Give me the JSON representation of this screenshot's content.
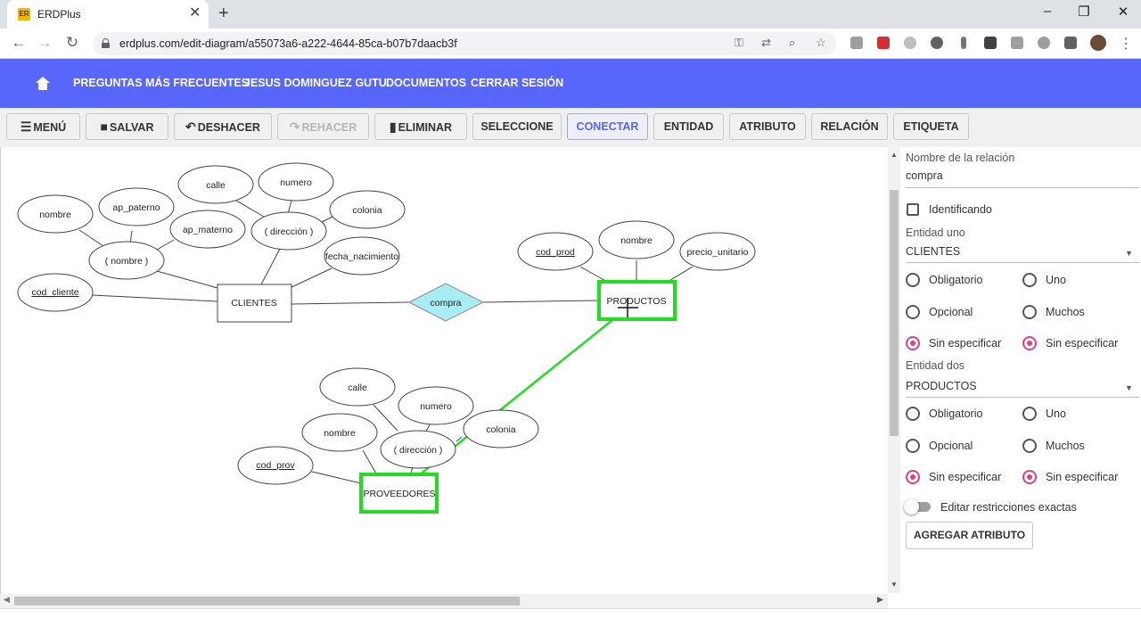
{
  "browser": {
    "tab_title": "ERDPlus",
    "favicon_text": "ER",
    "url": "erdplus.com/edit-diagram/a55073a6-a222-4644-85ca-b07b7daacb3f"
  },
  "header": {
    "links": [
      "PREGUNTAS MÁS FRECUENTES",
      "JESUS DOMINGUEZ GUTU",
      "DOCUMENTOS",
      "CERRAR SESIÓN"
    ]
  },
  "toolbar": {
    "menu": "MENÚ",
    "save": "SALVAR",
    "undo": "DESHACER",
    "redo": "REHACER",
    "delete": "ELIMINAR",
    "select": "SELECCIONE",
    "connect": "CONECTAR",
    "entity": "ENTIDAD",
    "attribute": "ATRIBUTO",
    "relation": "RELACIÓN",
    "label": "ETIQUETA"
  },
  "diagram": {
    "entities": [
      "CLIENTES",
      "PRODUCTOS",
      "PROVEEDORES"
    ],
    "relationship": "compra",
    "attributes": [
      "nombre",
      "ap_paterno",
      "calle",
      "numero",
      "ap_materno",
      "( dirección )",
      "colonia",
      "( nombre )",
      "fecha_nacimiento",
      "cod_cliente",
      "cod_prod",
      "nombre",
      "precio_unitario",
      "calle",
      "numero",
      "colonia",
      "nombre",
      "( dirección )",
      "cod_prov"
    ]
  },
  "panel": {
    "relation_name_label": "Nombre de la relación",
    "relation_name_value": "compra",
    "identifying": "Identificando",
    "entity_one_label": "Entidad uno",
    "entity_one_value": "CLIENTES",
    "entity_two_label": "Entidad dos",
    "entity_two_value": "PRODUCTOS",
    "obligatorio": "Obligatorio",
    "uno": "Uno",
    "opcional": "Opcional",
    "muchos": "Muchos",
    "sin_especificar": "Sin especificar",
    "exact_constraints": "Editar restricciones exactas",
    "add_attribute": "AGREGAR ATRIBUTO"
  },
  "colors": {
    "header_bg": "#5767fb",
    "highlight": "#22dd22",
    "relationship_fill": "#a8ecf4",
    "radio_selected": "#e0407b"
  }
}
